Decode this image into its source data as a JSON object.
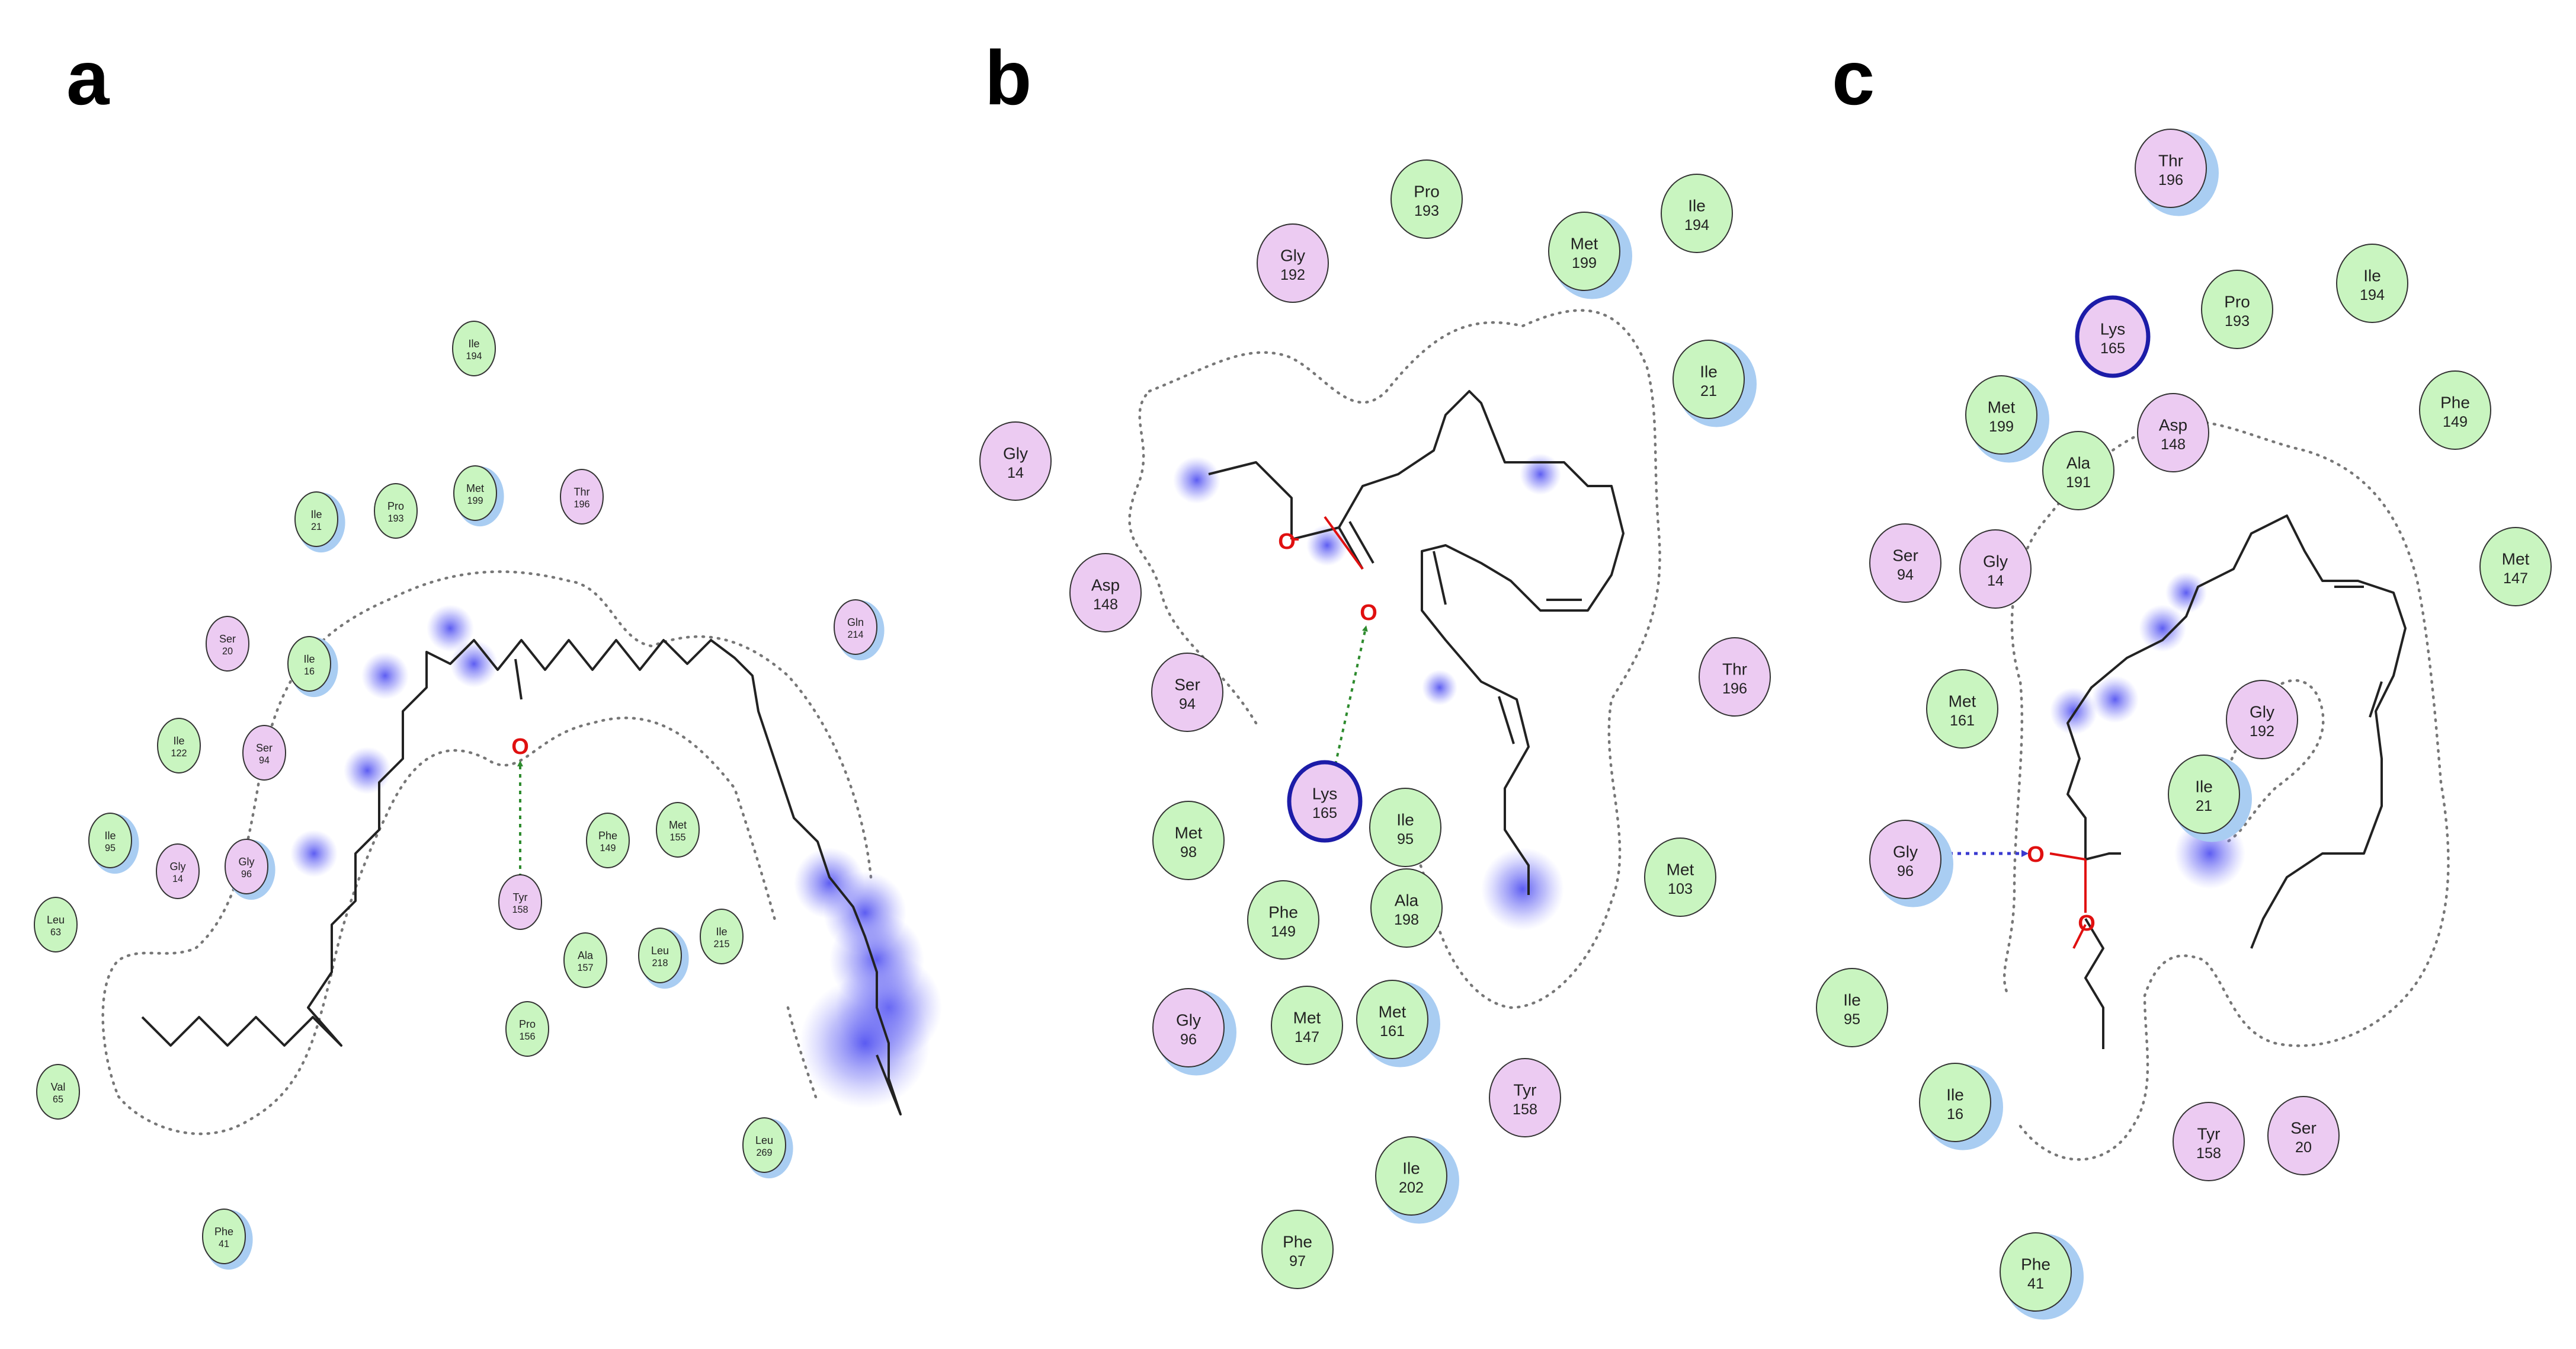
{
  "panels": [
    {
      "letter": "a",
      "residues": [
        {
          "name": "Ile",
          "num": "194",
          "type": "hydrophobic",
          "exposure": 0
        },
        {
          "name": "Ile",
          "num": "21",
          "type": "hydrophobic",
          "exposure": 1
        },
        {
          "name": "Pro",
          "num": "193",
          "type": "hydrophobic",
          "exposure": 0
        },
        {
          "name": "Met",
          "num": "199",
          "type": "hydrophobic",
          "exposure": 1
        },
        {
          "name": "Thr",
          "num": "196",
          "type": "polar",
          "exposure": 0
        },
        {
          "name": "Ser",
          "num": "20",
          "type": "polar",
          "exposure": 0
        },
        {
          "name": "Ile",
          "num": "16",
          "type": "hydrophobic",
          "exposure": 1
        },
        {
          "name": "Gln",
          "num": "214",
          "type": "polar",
          "exposure": 1
        },
        {
          "name": "Ile",
          "num": "122",
          "type": "hydrophobic",
          "exposure": 0
        },
        {
          "name": "Ser",
          "num": "94",
          "type": "polar",
          "exposure": 0
        },
        {
          "name": "Ile",
          "num": "95",
          "type": "hydrophobic",
          "exposure": 1
        },
        {
          "name": "Gly",
          "num": "14",
          "type": "polar",
          "exposure": 0
        },
        {
          "name": "Gly",
          "num": "96",
          "type": "polar",
          "exposure": 1
        },
        {
          "name": "Phe",
          "num": "149",
          "type": "hydrophobic",
          "exposure": 0
        },
        {
          "name": "Met",
          "num": "155",
          "type": "hydrophobic",
          "exposure": 0
        },
        {
          "name": "Tyr",
          "num": "158",
          "type": "polar",
          "exposure": 0
        },
        {
          "name": "Ala",
          "num": "157",
          "type": "hydrophobic",
          "exposure": 0
        },
        {
          "name": "Leu",
          "num": "218",
          "type": "hydrophobic",
          "exposure": 1
        },
        {
          "name": "Ile",
          "num": "215",
          "type": "hydrophobic",
          "exposure": 0
        },
        {
          "name": "Leu",
          "num": "63",
          "type": "hydrophobic",
          "exposure": 0
        },
        {
          "name": "Pro",
          "num": "156",
          "type": "hydrophobic",
          "exposure": 0
        },
        {
          "name": "Val",
          "num": "65",
          "type": "hydrophobic",
          "exposure": 0
        },
        {
          "name": "Leu",
          "num": "269",
          "type": "hydrophobic",
          "exposure": 1
        },
        {
          "name": "Phe",
          "num": "41",
          "type": "hydrophobic",
          "exposure": 1
        }
      ]
    },
    {
      "letter": "b",
      "residues": [
        {
          "name": "Pro",
          "num": "193",
          "type": "hydrophobic",
          "exposure": 0
        },
        {
          "name": "Ile",
          "num": "194",
          "type": "hydrophobic",
          "exposure": 0
        },
        {
          "name": "Gly",
          "num": "192",
          "type": "polar",
          "exposure": 0
        },
        {
          "name": "Met",
          "num": "199",
          "type": "hydrophobic",
          "exposure": 1
        },
        {
          "name": "Ile",
          "num": "21",
          "type": "hydrophobic",
          "exposure": 1
        },
        {
          "name": "Gly",
          "num": "14",
          "type": "polar",
          "exposure": 0
        },
        {
          "name": "Asp",
          "num": "148",
          "type": "polar",
          "exposure": 0
        },
        {
          "name": "Ser",
          "num": "94",
          "type": "polar",
          "exposure": 0
        },
        {
          "name": "Thr",
          "num": "196",
          "type": "polar",
          "exposure": 0
        },
        {
          "name": "Lys",
          "num": "165",
          "type": "charged",
          "exposure": 0
        },
        {
          "name": "Ile",
          "num": "95",
          "type": "hydrophobic",
          "exposure": 0
        },
        {
          "name": "Met",
          "num": "98",
          "type": "hydrophobic",
          "exposure": 0
        },
        {
          "name": "Ala",
          "num": "198",
          "type": "hydrophobic",
          "exposure": 0
        },
        {
          "name": "Phe",
          "num": "149",
          "type": "hydrophobic",
          "exposure": 0
        },
        {
          "name": "Met",
          "num": "103",
          "type": "hydrophobic",
          "exposure": 0
        },
        {
          "name": "Gly",
          "num": "96",
          "type": "polar",
          "exposure": 1
        },
        {
          "name": "Met",
          "num": "147",
          "type": "hydrophobic",
          "exposure": 0
        },
        {
          "name": "Met",
          "num": "161",
          "type": "hydrophobic",
          "exposure": 1
        },
        {
          "name": "Tyr",
          "num": "158",
          "type": "polar",
          "exposure": 0
        },
        {
          "name": "Ile",
          "num": "202",
          "type": "hydrophobic",
          "exposure": 1
        },
        {
          "name": "Phe",
          "num": "97",
          "type": "hydrophobic",
          "exposure": 0
        }
      ]
    },
    {
      "letter": "c",
      "residues": [
        {
          "name": "Thr",
          "num": "196",
          "type": "polar",
          "exposure": 1
        },
        {
          "name": "Lys",
          "num": "165",
          "type": "charged",
          "exposure": 0
        },
        {
          "name": "Pro",
          "num": "193",
          "type": "hydrophobic",
          "exposure": 0
        },
        {
          "name": "Ile",
          "num": "194",
          "type": "hydrophobic",
          "exposure": 0
        },
        {
          "name": "Met",
          "num": "199",
          "type": "hydrophobic",
          "exposure": 1
        },
        {
          "name": "Asp",
          "num": "148",
          "type": "polar",
          "exposure": 0
        },
        {
          "name": "Ala",
          "num": "191",
          "type": "hydrophobic",
          "exposure": 0
        },
        {
          "name": "Phe",
          "num": "149",
          "type": "hydrophobic",
          "exposure": 0
        },
        {
          "name": "Ser",
          "num": "94",
          "type": "polar",
          "exposure": 0
        },
        {
          "name": "Gly",
          "num": "14",
          "type": "polar",
          "exposure": 0
        },
        {
          "name": "Met",
          "num": "147",
          "type": "hydrophobic",
          "exposure": 0
        },
        {
          "name": "Met",
          "num": "161",
          "type": "hydrophobic",
          "exposure": 0
        },
        {
          "name": "Gly",
          "num": "192",
          "type": "polar",
          "exposure": 0
        },
        {
          "name": "Ile",
          "num": "21",
          "type": "hydrophobic",
          "exposure": 1
        },
        {
          "name": "Gly",
          "num": "96",
          "type": "polar",
          "exposure": 1
        },
        {
          "name": "Ile",
          "num": "95",
          "type": "hydrophobic",
          "exposure": 0
        },
        {
          "name": "Ile",
          "num": "16",
          "type": "hydrophobic",
          "exposure": 1
        },
        {
          "name": "Tyr",
          "num": "158",
          "type": "polar",
          "exposure": 0
        },
        {
          "name": "Ser",
          "num": "20",
          "type": "polar",
          "exposure": 0
        },
        {
          "name": "Phe",
          "num": "41",
          "type": "hydrophobic",
          "exposure": 1
        }
      ]
    }
  ],
  "atom_labels": {
    "oxygen": "O"
  },
  "colors": {
    "hydrophobic_fill": "#c9f5c0",
    "polar_fill": "#eccbf2",
    "residue_stroke": "#333333",
    "charged_stroke": "#1c1ca8",
    "exposure_halo": "#a9cdf2",
    "hbond_side_chain": "#2e8b2e",
    "hbond_backbone": "#3a3ad0",
    "oxygen": "#e01010",
    "ligand_bond": "#222222",
    "pocket_line": "#777777",
    "ligand_exposure": "#6a6af0"
  }
}
